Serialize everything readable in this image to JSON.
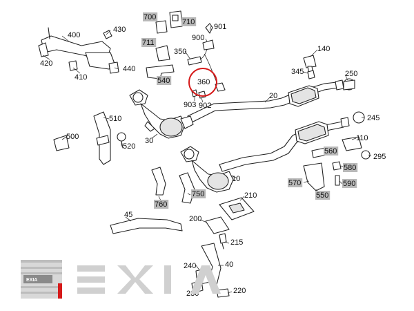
{
  "labels": [
    {
      "id": "700",
      "text": "700",
      "boxed": true
    },
    {
      "id": "710",
      "text": "710",
      "boxed": true
    },
    {
      "id": "901",
      "text": "901",
      "boxed": false
    },
    {
      "id": "400",
      "text": "400",
      "boxed": false
    },
    {
      "id": "430",
      "text": "430",
      "boxed": false
    },
    {
      "id": "900",
      "text": "900",
      "boxed": false
    },
    {
      "id": "711",
      "text": "711",
      "boxed": true
    },
    {
      "id": "350",
      "text": "350",
      "boxed": false
    },
    {
      "id": "140",
      "text": "140",
      "boxed": false
    },
    {
      "id": "420",
      "text": "420",
      "boxed": false
    },
    {
      "id": "440",
      "text": "440",
      "boxed": false
    },
    {
      "id": "410",
      "text": "410",
      "boxed": false
    },
    {
      "id": "345",
      "text": "345",
      "boxed": false
    },
    {
      "id": "250",
      "text": "250",
      "boxed": false
    },
    {
      "id": "540",
      "text": "540",
      "boxed": true
    },
    {
      "id": "360",
      "text": "360",
      "boxed": false
    },
    {
      "id": "20",
      "text": "20",
      "boxed": false
    },
    {
      "id": "903",
      "text": "903",
      "boxed": false
    },
    {
      "id": "902",
      "text": "902",
      "boxed": false
    },
    {
      "id": "510",
      "text": "510",
      "boxed": false
    },
    {
      "id": "245",
      "text": "245",
      "boxed": false
    },
    {
      "id": "500",
      "text": "500",
      "boxed": false
    },
    {
      "id": "30",
      "text": "30",
      "boxed": false
    },
    {
      "id": "520",
      "text": "520",
      "boxed": false
    },
    {
      "id": "110",
      "text": "110",
      "boxed": false
    },
    {
      "id": "560",
      "text": "560",
      "boxed": true
    },
    {
      "id": "295",
      "text": "295",
      "boxed": false
    },
    {
      "id": "580",
      "text": "580",
      "boxed": true
    },
    {
      "id": "10",
      "text": "10",
      "boxed": false
    },
    {
      "id": "570",
      "text": "570",
      "boxed": true
    },
    {
      "id": "590",
      "text": "590",
      "boxed": true
    },
    {
      "id": "550",
      "text": "550",
      "boxed": true
    },
    {
      "id": "750",
      "text": "750",
      "boxed": true
    },
    {
      "id": "760",
      "text": "760",
      "boxed": true
    },
    {
      "id": "210",
      "text": "210",
      "boxed": false
    },
    {
      "id": "45",
      "text": "45",
      "boxed": false
    },
    {
      "id": "200",
      "text": "200",
      "boxed": false
    },
    {
      "id": "215",
      "text": "215",
      "boxed": false
    },
    {
      "id": "240",
      "text": "240",
      "boxed": false
    },
    {
      "id": "40",
      "text": "40",
      "boxed": false
    },
    {
      "id": "230",
      "text": "230",
      "boxed": false
    },
    {
      "id": "220",
      "text": "220",
      "boxed": false
    }
  ],
  "logo": {
    "badge_text": "EXIA"
  },
  "colors": {
    "highlight": "#d61a1a",
    "label_box": "#b9b9b9",
    "watermark": "#d0d0d0"
  }
}
